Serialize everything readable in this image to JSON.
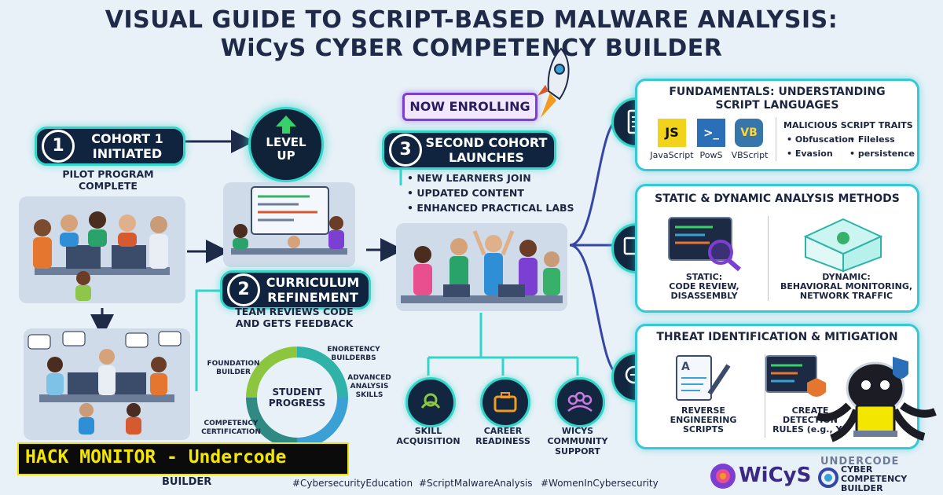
{
  "title": {
    "line1": "VISUAL GUIDE TO SCRIPT-BASED MALWARE ANALYSIS:",
    "line2": "WiCyS CYBER COMPETENCY BUILDER"
  },
  "step1": {
    "number": "1",
    "label_line1": "COHORT 1",
    "label_line2": "INITIATED",
    "caption_line1": "PILOT PROGRAM",
    "caption_line2": "COMPLETE"
  },
  "level_up": {
    "line1": "LEVEL",
    "line2": "UP"
  },
  "step2": {
    "number": "2",
    "label_line1": "CURRICULUM",
    "label_line2": "REFINEMENT",
    "caption_line1": "TEAM REVIEWS CODE",
    "caption_line2": "AND GETS FEEDBACK"
  },
  "enrolling": {
    "label": "NOW ENROLLING"
  },
  "step3": {
    "number": "3",
    "label_line1": "SECOND COHORT",
    "label_line2": "LAUNCHES",
    "bullets": [
      "NEW LEARNERS JOIN",
      "UPDATED CONTENT",
      "ENHANCED PRACTICAL LABS"
    ]
  },
  "progress_cycle": {
    "center_line1": "STUDENT",
    "center_line2": "PROGRESS",
    "labels": {
      "foundation_line1": "FOUNDATION",
      "foundation_line2": "BUILDER",
      "enoretency_line1": "ENORETENCY",
      "enoretency_line2": "BUILDERBS",
      "advanced_line1": "ADVANCED",
      "advanced_line2": "ANALYSIS",
      "advanced_line3": "SKILLS",
      "certification_line1": "COMPETENCY",
      "certification_line2": "CERTIFICATION"
    }
  },
  "outcomes": [
    {
      "line1": "SKILL",
      "line2": "ACQUISITION"
    },
    {
      "line1": "CAREER",
      "line2": "READINESS"
    },
    {
      "line1": "WICYS",
      "line2": "COMMUNITY",
      "line3": "SUPPORT"
    }
  ],
  "panel_fundamentals": {
    "title_line1": "FUNDAMENTALS: UNDERSTANDING",
    "title_line2": "SCRIPT LANGUAGES",
    "languages": [
      {
        "label": "JavaScript",
        "glyph": "JS"
      },
      {
        "label": "PowS",
        "glyph": ">_"
      },
      {
        "label": "VBScript",
        "glyph": "VB"
      }
    ],
    "traits_title": "MALICIOUS SCRIPT TRAITS",
    "traits": [
      "• Obfuscation",
      "• Fileless",
      "• Evasion",
      "• persistence"
    ]
  },
  "panel_analysis": {
    "title": "STATIC & DYNAMIC ANALYSIS METHODS",
    "static_line1": "STATIC:",
    "static_line2": "CODE REVIEW,",
    "static_line3": "DISASSEMBLY",
    "dynamic_line1": "DYNAMIC:",
    "dynamic_line2": "BEHAVIORAL MONITORING,",
    "dynamic_line3": "NETWORK TRAFFIC"
  },
  "panel_threat": {
    "title": "THREAT IDENTIFICATION & MITIGATION",
    "reverse_line1": "REVERSE",
    "reverse_line2": "ENGINEERING",
    "reverse_line3": "SCRIPTS",
    "create_line1": "CREATE",
    "create_line2": "DETECTION",
    "create_line3": "RULES (e.g., YA"
  },
  "footer": {
    "builder": "BUILDER",
    "hashtags": [
      "#CybersecurityEducation",
      "#ScriptMalwareAnalysis",
      "#WomenInCybersecurity"
    ],
    "wicys": "WiCyS",
    "underscode": "UNDERCODE",
    "cyber_line1": "CYBER",
    "cyber_line2": "COMPETENCY",
    "cyber_line3": "BUILDER"
  },
  "overlay_banner": "HACK MONITOR - Undercode",
  "colors": {
    "accent": "#2fd6c9",
    "dark": "#10233f",
    "banner_text": "#f3e600",
    "purple": "#7b3fd1"
  }
}
